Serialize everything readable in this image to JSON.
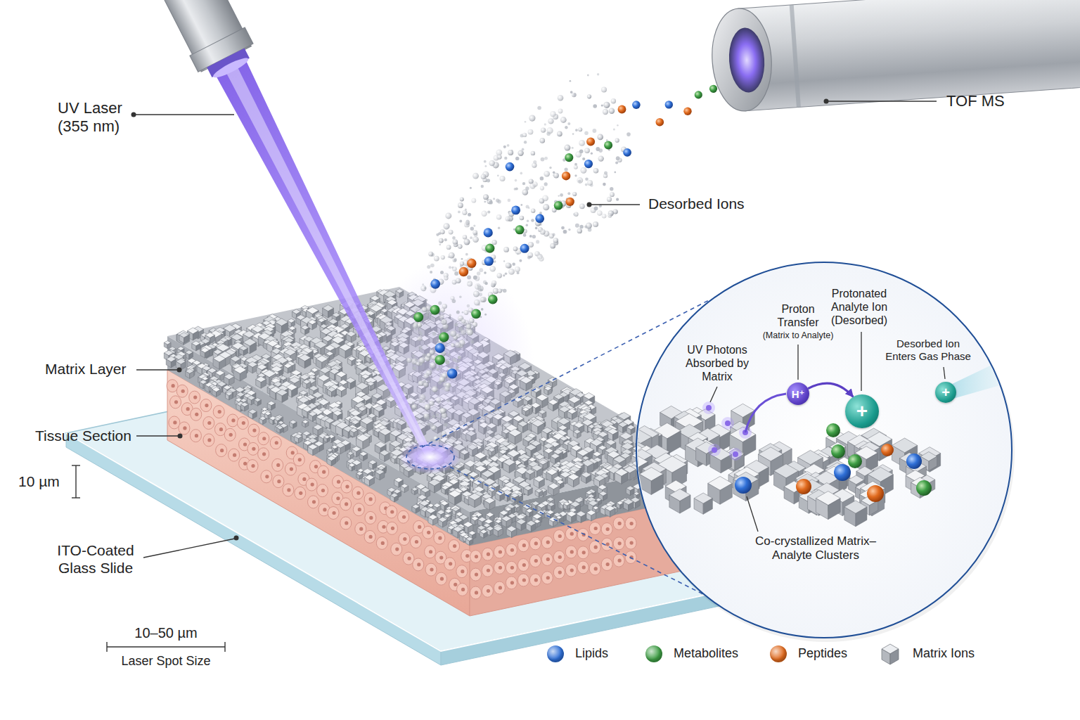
{
  "diagram": {
    "nodes": [
      {
        "text": [
          "UV Photons Absorbed by Matrix",
          "Proton Transfer",
          "(Matrix to Analyte)",
          "Protonated Analyte Ion (Desorbed)",
          "Desorbed Ion Enters Gas Phase",
          "Co-crystallized Matrix–Analyte Clusters"
        ]
      },
      {
        "text": [
          "H⁺"
        ],
        "in": 0
      },
      {
        "text": [
          "+"
        ],
        "in": 0
      },
      {
        "text": [
          "+"
        ],
        "in": 0
      }
    ],
    "edges": [
      {
        "from": 1,
        "to": 2,
        "arrow": "to"
      }
    ],
    "labels": [
      "UV Laser (355 nm)",
      "TOF MS",
      "Desorbed Ions",
      "Matrix Layer",
      "Tissue Section",
      "10 µm",
      "ITO-Coated Glass Slide",
      "10–50 µm",
      "Laser Spot Size"
    ],
    "legend": [
      {
        "text": "Lipids",
        "color": "#2f6fd6"
      },
      {
        "text": "Metabolites",
        "color": "#3f9e45"
      },
      {
        "text": "Peptides",
        "color": "#e06a1e"
      },
      {
        "text": "Matrix Ions"
      }
    ]
  }
}
